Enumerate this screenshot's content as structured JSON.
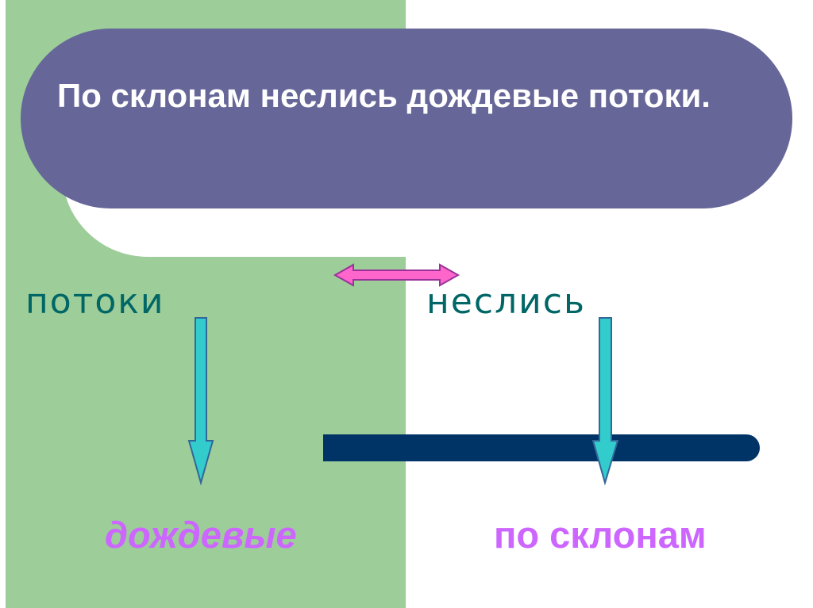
{
  "sentence": "По склонам неслись дождевые потоки.",
  "diagram": {
    "subject": "потоки",
    "predicate": "неслись",
    "subject_dependent": "дождевые",
    "predicate_dependent": "по склонам"
  },
  "colors": {
    "panel_green": "#9dcd99",
    "banner": "#666699",
    "word_text": "#006666",
    "dependent_text": "#cc66ff",
    "link_arrow": "#ff66cc",
    "down_arrow": "#33cccc",
    "underline": "#003366"
  }
}
